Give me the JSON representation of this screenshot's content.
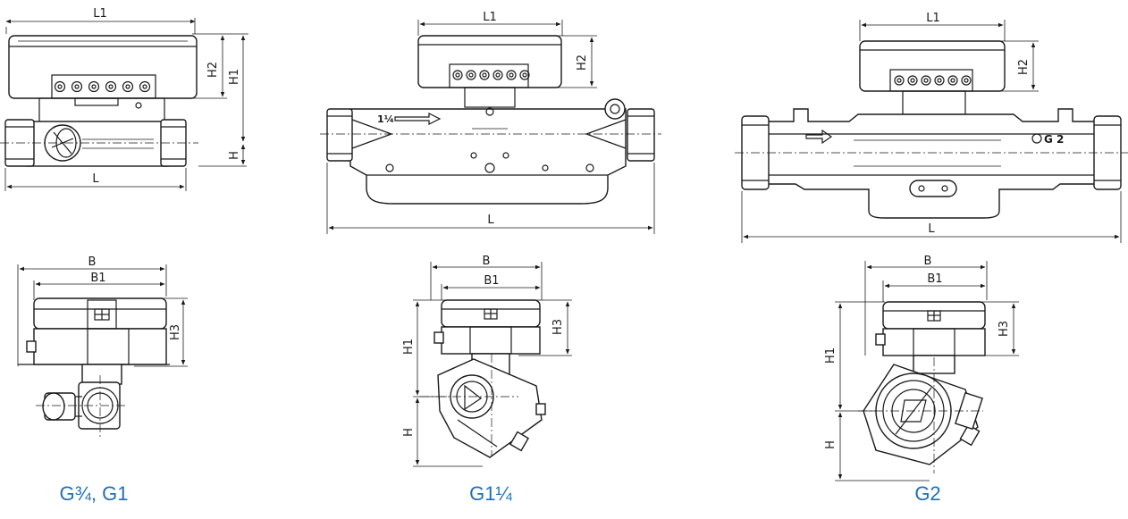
{
  "colors": {
    "caption": "#1f6fb5",
    "line": "#1a1a1a",
    "background": "#ffffff"
  },
  "captions": {
    "small": "G¾, G1",
    "medium": "G1¼",
    "large": "G2"
  },
  "labels": {
    "L1": "L1",
    "L": "L",
    "H": "H",
    "H1": "H1",
    "H2": "H2",
    "H3": "H3",
    "B": "B",
    "B1": "B1",
    "thread_1_1_4": "1¼",
    "thread_G2": "G 2"
  }
}
